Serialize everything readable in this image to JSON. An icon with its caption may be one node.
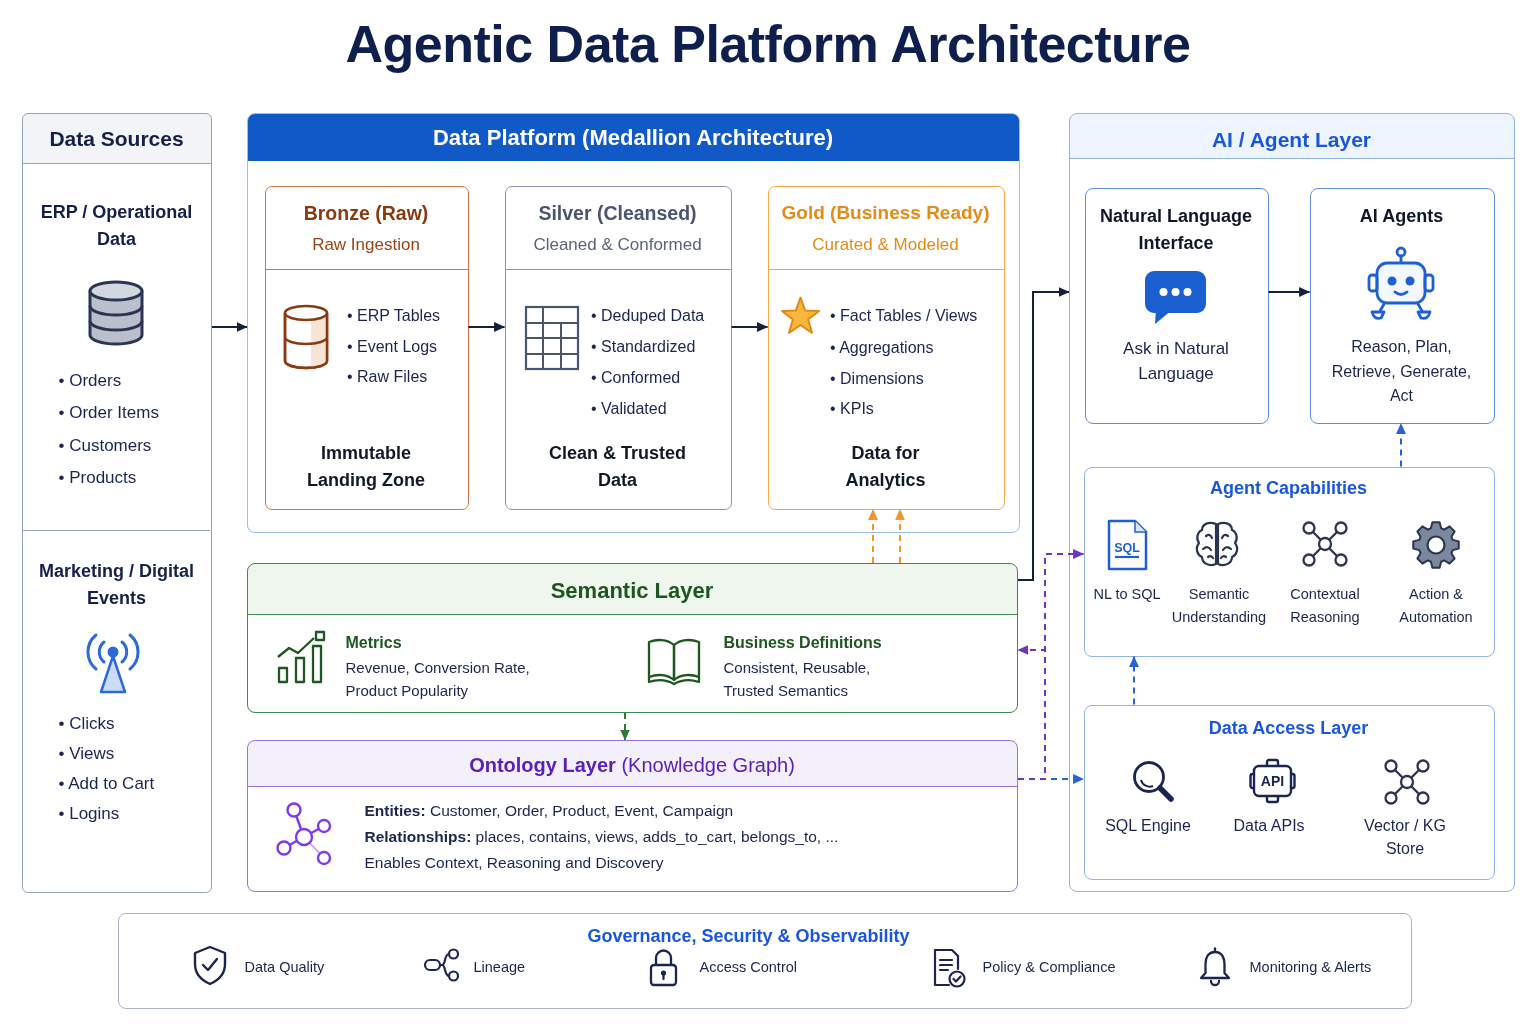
{
  "diagram": {
    "title": "Agentic Data Platform Architecture",
    "nodes": [
      {
        "text": [
          "Data Sources"
        ]
      },
      {
        "text": [
          "ERP / Operational Data",
          "• Orders",
          "• Order Items",
          "• Customers",
          "• Products"
        ],
        "in": 0
      },
      {
        "text": [
          "Marketing / Digital Events",
          "• Clicks",
          "• Views",
          "• Add to Cart",
          "• Logins"
        ],
        "in": 0
      },
      {
        "text": [
          "Data Platform (Medallion Architecture)"
        ]
      },
      {
        "text": [
          "Bronze (Raw)",
          "Raw Ingestion",
          "• ERP Tables",
          "• Event Logs",
          "• Raw Files",
          "Immutable Landing Zone"
        ],
        "in": 3
      },
      {
        "text": [
          "Silver (Cleansed)",
          "Cleaned & Conformed",
          "• Deduped Data",
          "• Standardized",
          "• Conformed",
          "• Validated",
          "Clean & Trusted Data"
        ],
        "in": 3
      },
      {
        "text": [
          "Gold (Business Ready)",
          "Curated & Modeled",
          "• Fact Tables / Views",
          "• Aggregations",
          "• Dimensions",
          "• KPIs",
          "Data for Analytics"
        ],
        "in": 3
      },
      {
        "text": [
          "AI / Agent Layer"
        ]
      },
      {
        "text": [
          "Natural Language Interface",
          "Ask in Natural Language"
        ],
        "in": 7
      },
      {
        "text": [
          "AI Agents",
          "Reason, Plan, Retrieve, Generate, Act"
        ],
        "in": 7
      },
      {
        "text": [
          "Agent Capabilities",
          "NL to SQL",
          "Semantic Understanding",
          "Contextual Reasoning",
          "Action & Automation"
        ],
        "in": 7
      },
      {
        "text": [
          "Data Access Layer",
          "SQL Engine",
          "Data APIs",
          "Vector / KG Store"
        ],
        "in": 7
      },
      {
        "text": [
          "Semantic Layer",
          "Metrics",
          "Revenue, Conversion Rate, Product Popularity",
          "Business Definitions",
          "Consistent, Reusable, Trusted Semantics"
        ]
      },
      {
        "text": [
          "**Ontology Layer** (Knowledge Graph)",
          "**Entities:** Customer, Order, Product, Event, Campaign",
          "**Relationships:** places, contains, views, adds_to_cart, belongs_to, ...",
          "Enables Context, Reasoning and Discovery"
        ]
      },
      {
        "text": [
          "Governance, Security & Observability",
          "Data Quality",
          "Lineage",
          "Access Control",
          "Policy & Compliance",
          "Monitoring & Alerts"
        ]
      }
    ],
    "edges": [
      {
        "from": 0,
        "to": 3,
        "arrow": "to"
      },
      {
        "from": 4,
        "to": 5,
        "arrow": "to"
      },
      {
        "from": 5,
        "to": 6,
        "arrow": "to"
      },
      {
        "from": 12,
        "to": 6,
        "arrow": "to",
        "style": "dashed",
        "color": "#f0952a"
      },
      {
        "from": 12,
        "to": 6,
        "arrow": "to",
        "style": "dashed",
        "color": "#f0952a"
      },
      {
        "from": 12,
        "to": 7,
        "arrow": "to"
      },
      {
        "from": 8,
        "to": 9,
        "arrow": "to"
      },
      {
        "from": 10,
        "to": 9,
        "arrow": "to",
        "style": "dashed",
        "color": "#2563d6"
      },
      {
        "from": 11,
        "to": 10,
        "arrow": "to",
        "style": "dashed",
        "color": "#2563d6"
      },
      {
        "from": 12,
        "to": 13,
        "arrow": "to",
        "style": "dashed",
        "color": "#2f7a3a"
      },
      {
        "from": 13,
        "to": 10,
        "arrow": "to",
        "style": "dashed",
        "color": "#6d35c0"
      },
      {
        "from": 13,
        "to": 12,
        "arrow": "to",
        "style": "dashed",
        "color": "#6d35c0"
      },
      {
        "from": 13,
        "to": 11,
        "arrow": "to",
        "style": "dashed",
        "color": "#2563d6"
      }
    ],
    "labels": [
      "SQL",
      "API"
    ]
  }
}
